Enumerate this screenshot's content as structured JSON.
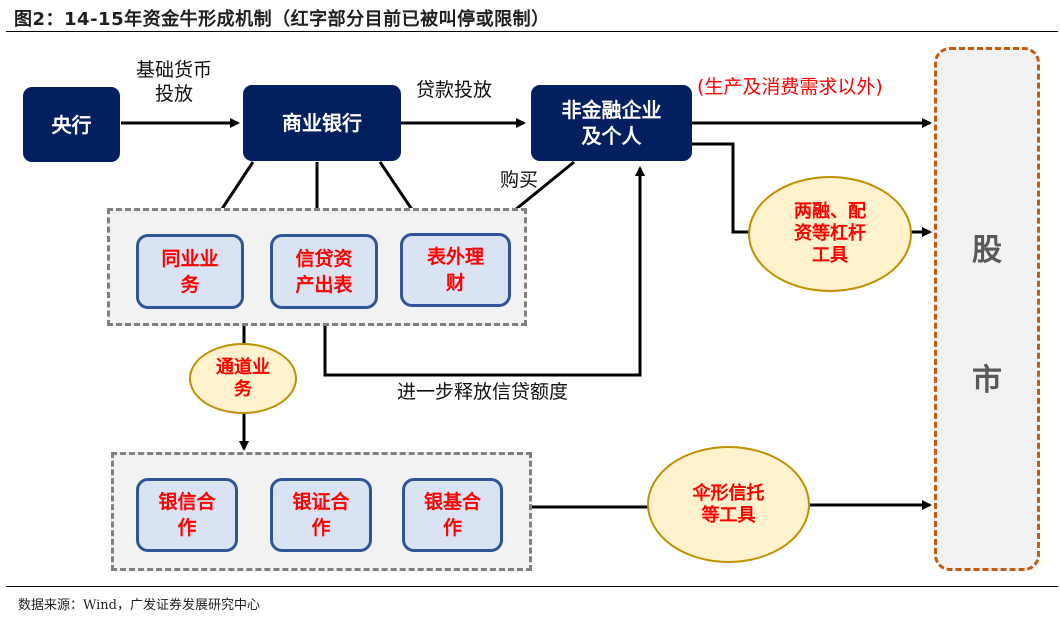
{
  "figure": {
    "title": "图2：14-15年资金牛形成机制（红字部分目前已被叫停或限制）",
    "source": "数据来源：Wind，广发证券发展研究中心"
  },
  "nodes": {
    "central_bank": "央行",
    "commercial_bank": "商业银行",
    "non_financial": [
      "非金融企业",
      "及个人"
    ],
    "interbank": [
      "同业业",
      "务"
    ],
    "credit_off_balance": [
      "信贷资",
      "产出表"
    ],
    "off_balance_wm": [
      "表外理",
      "财"
    ],
    "channel_business": [
      "通道业",
      "务"
    ],
    "bank_trust": [
      "银信合",
      "作"
    ],
    "bank_securities": [
      "银证合",
      "作"
    ],
    "bank_fund": [
      "银基合",
      "作"
    ],
    "margin_tools": [
      "两融、配",
      "资等杠杆",
      "工具"
    ],
    "umbrella_trust": [
      "伞形信托",
      "等工具"
    ],
    "stock_market": [
      "股",
      "市"
    ]
  },
  "edge_labels": {
    "base_money": [
      "基础货币",
      "投放"
    ],
    "loan_issuance": "贷款投放",
    "purchase": "购买",
    "release_credit": "进一步释放信贷额度",
    "excluding_demand": "(生产及消费需求以外)"
  },
  "colors": {
    "navy": "#022060",
    "highlight_red": "#ff0000",
    "market_border": "#c55a11",
    "box_border": "#2f5597",
    "ellipse_fill": "#fff2cc"
  }
}
